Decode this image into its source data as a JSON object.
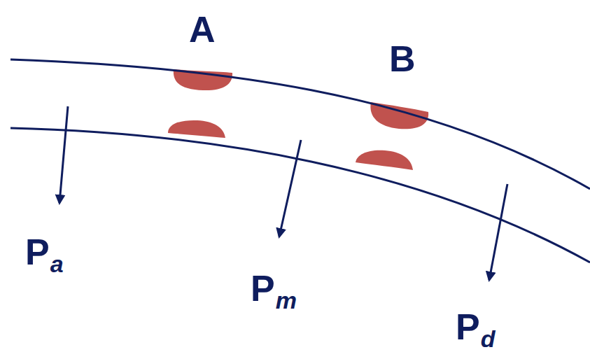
{
  "diagram": {
    "labels": [
      "A",
      "B",
      "P",
      "a",
      "P",
      "m",
      "P",
      "d"
    ]
  }
}
